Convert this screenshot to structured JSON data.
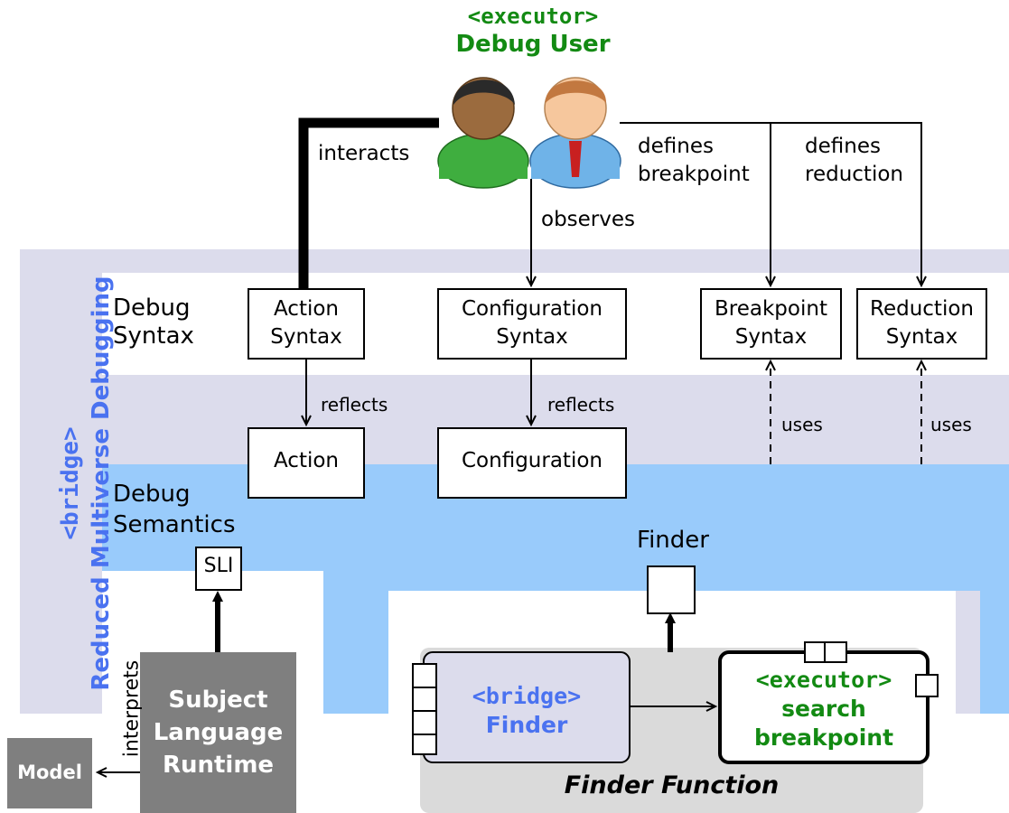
{
  "actors": {
    "stereotype": "<executor>",
    "name": "Debug User"
  },
  "bridge": {
    "stereotype": "<bridge>",
    "name": "Reduced Multiverse Debugging"
  },
  "layers": {
    "syntax": [
      "Debug",
      "Syntax"
    ],
    "semantics": [
      "Debug",
      "Semantics"
    ]
  },
  "boxes": {
    "action_syntax": [
      "Action",
      "Syntax"
    ],
    "configuration_syntax": [
      "Configuration",
      "Syntax"
    ],
    "breakpoint_syntax": [
      "Breakpoint",
      "Syntax"
    ],
    "reduction_syntax": [
      "Reduction",
      "Syntax"
    ],
    "action": "Action",
    "configuration": "Configuration",
    "sli": "SLI",
    "finder_port": "Finder",
    "runtime": [
      "Subject",
      "Language",
      "Runtime"
    ],
    "model": "Model"
  },
  "edges": {
    "interacts": "interacts",
    "observes": "observes",
    "defines_breakpoint": [
      "defines",
      "breakpoint"
    ],
    "defines_reduction": [
      "defines",
      "reduction"
    ],
    "reflects_1": "reflects",
    "reflects_2": "reflects",
    "uses_1": "uses",
    "uses_2": "uses",
    "interprets": "interprets"
  },
  "finder_function": {
    "title": "Finder Function",
    "bridge_stereotype": "<bridge>",
    "bridge_name": "Finder",
    "executor_stereotype": "<executor>",
    "executor_name": [
      "search",
      "breakpoint"
    ]
  },
  "colors": {
    "executor_green": "#138a13",
    "bridge_blue": "#4a72f0",
    "lavender": "#dcdcec",
    "light_blue": "#99cbfb",
    "runtime_gray": "#7f7f7f",
    "finder_gray": "#dadada"
  }
}
